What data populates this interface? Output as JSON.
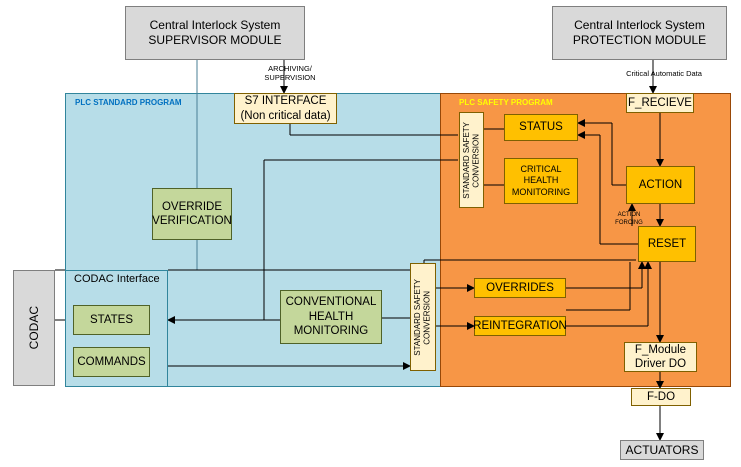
{
  "supervisor_module": {
    "line1": "Central Interlock System",
    "line2": "SUPERVISOR MODULE"
  },
  "protection_module": {
    "line1": "Central Interlock System",
    "line2": "PROTECTION MODULE"
  },
  "archiving_label": "ARCHIVING/\nSUPERVISION",
  "critical_data_label": "Critical Automatic Data",
  "plc_standard_program": "PLC STANDARD PROGRAM",
  "plc_safety_program": "PLC SAFETY PROGRAM",
  "s7_interface": {
    "line1": "S7 INTERFACE",
    "line2": "(Non critical data)"
  },
  "f_recieve": "F_RECIEVE",
  "status": "STATUS",
  "critical_health_monitoring": "CRITICAL\nHEALTH\nMONITORING",
  "action": "ACTION",
  "action_forcing_label": "ACTION\nFORCING",
  "reset": "RESET",
  "standard_safety_conversion_top": "STANDARD SAFETY\nCONVERSION",
  "standard_safety_conversion_bottom": "STANDARD SAFETY\nCONVERSION",
  "override_verification": "OVERRIDE\nVERIFICATION",
  "codac_interface": "CODAC Interface",
  "states": "STATES",
  "commands": "COMMANDS",
  "conventional_health_monitoring": "CONVENTIONAL\nHEALTH\nMONITORING",
  "overrides": "OVERRIDES",
  "reintegration": "REINTEGRATION",
  "f_module_driver": "F_Module\nDriver DO",
  "f_do": "F-DO",
  "actuators": "ACTUATORS",
  "codac": "CODAC",
  "colors": {
    "standard_region": "#b7dde8",
    "safety_region": "#f79646",
    "safety_block": "#ffc000",
    "standard_block": "#c4d79b",
    "conversion_block": "#fff2cc",
    "external_block": "#d9d9d9",
    "standard_title": "#0070c0",
    "safety_title": "#ffff00"
  }
}
